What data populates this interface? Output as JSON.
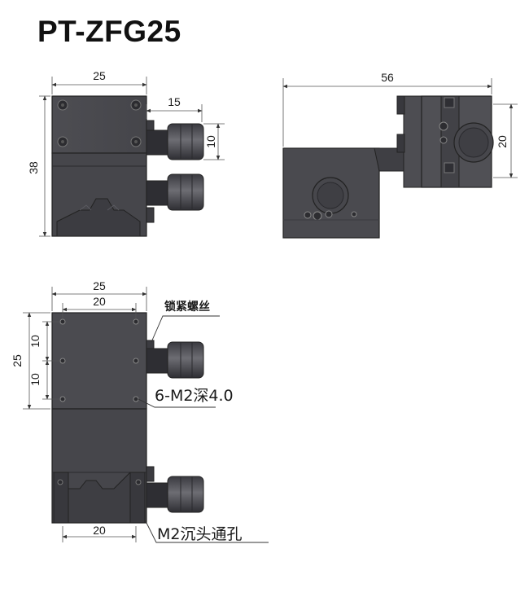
{
  "title": "PT-ZFG25",
  "colors": {
    "body": "#4a4a4e",
    "body_dark": "#34343a",
    "body_light": "#6a6a70",
    "line": "#222222",
    "dim_line": "#555555",
    "text": "#1a1a1a"
  },
  "top_view": {
    "width_label": "25",
    "height_label": "38",
    "knob_offset_label": "15",
    "knob_span_label": "10"
  },
  "side_view": {
    "width_label": "56",
    "height_label": "20"
  },
  "bottom_view": {
    "outer_width_label": "25",
    "inner_width_label": "20",
    "height_label": "25",
    "hole_pitch_1_label": "10",
    "hole_pitch_2_label": "10",
    "base_width_label": "20",
    "lock_screw_note": "锁紧螺丝",
    "thread_note": "6-M2深4.0",
    "through_hole_note": "M2沉头通孔"
  }
}
